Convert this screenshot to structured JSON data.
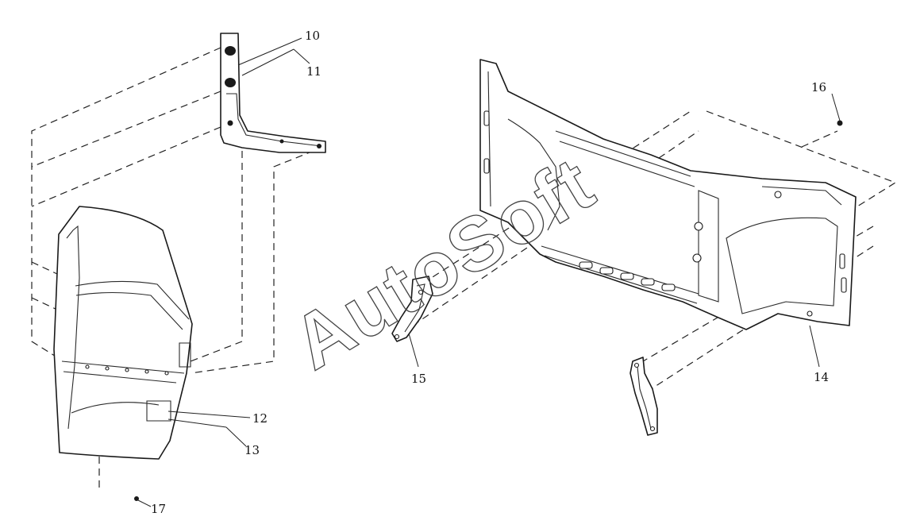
{
  "watermark": "AutoSoft",
  "callouts": {
    "c10": "10",
    "c11": "11",
    "c12": "12",
    "c13": "13",
    "c14": "14",
    "c15": "15",
    "c16": "16",
    "c17": "17"
  }
}
